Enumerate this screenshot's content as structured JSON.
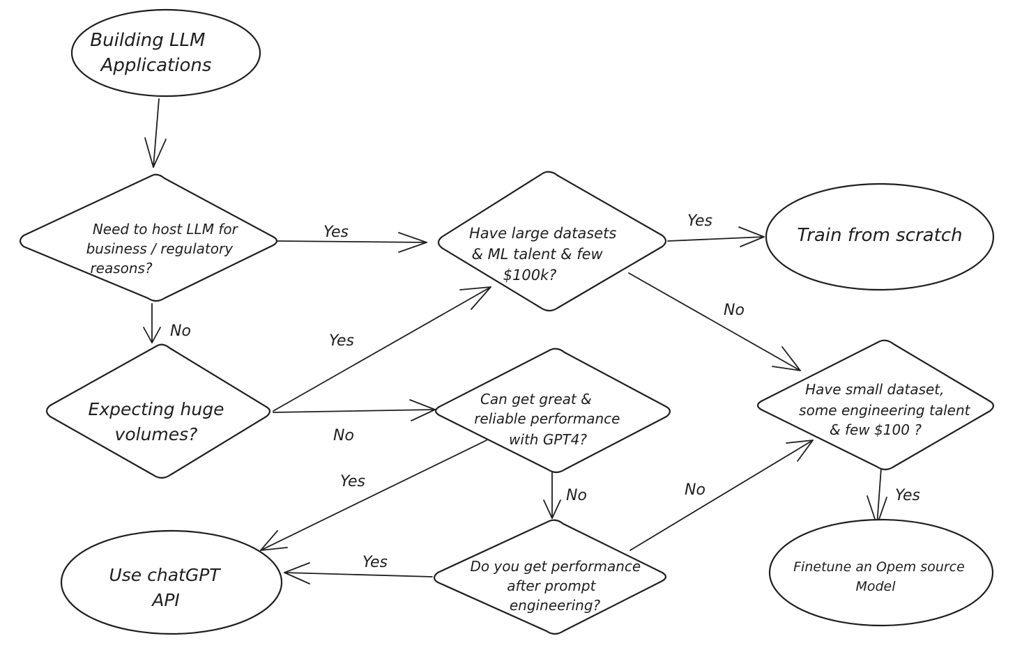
{
  "nodes": {
    "start": {
      "lines": [
        "Building LLM",
        "Applications"
      ]
    },
    "host": {
      "lines": [
        "Need to host LLM for",
        "business / regulatory",
        "reasons?"
      ]
    },
    "volume": {
      "lines": [
        "Expecting huge",
        "volumes?"
      ]
    },
    "large": {
      "lines": [
        "Have large datasets",
        "& ML talent & few",
        "$100k?"
      ]
    },
    "gpt4": {
      "lines": [
        "Can get great &",
        "reliable performance",
        "with GPT4?"
      ]
    },
    "prompt": {
      "lines": [
        "Do you get performance",
        "after prompt",
        "engineering?"
      ]
    },
    "train": {
      "lines": [
        "Train from scratch"
      ]
    },
    "small": {
      "lines": [
        "Have small dataset,",
        "some engineering talent",
        "& few $100 ?"
      ]
    },
    "finetune": {
      "lines": [
        "Finetune an Opem source",
        "Model"
      ]
    },
    "chatgpt": {
      "lines": [
        "Use chatGPT",
        "API"
      ]
    }
  },
  "edges": {
    "host_yes": "Yes",
    "host_no": "No",
    "volume_yes": "Yes",
    "volume_no": "No",
    "large_yes": "Yes",
    "large_no": "No",
    "gpt4_yes": "Yes",
    "gpt4_no": "No",
    "prompt_yes": "Yes",
    "prompt_no": "No",
    "small_yes": "Yes"
  },
  "colors": {
    "stroke": "#1e1e1e",
    "background": "#ffffff"
  }
}
